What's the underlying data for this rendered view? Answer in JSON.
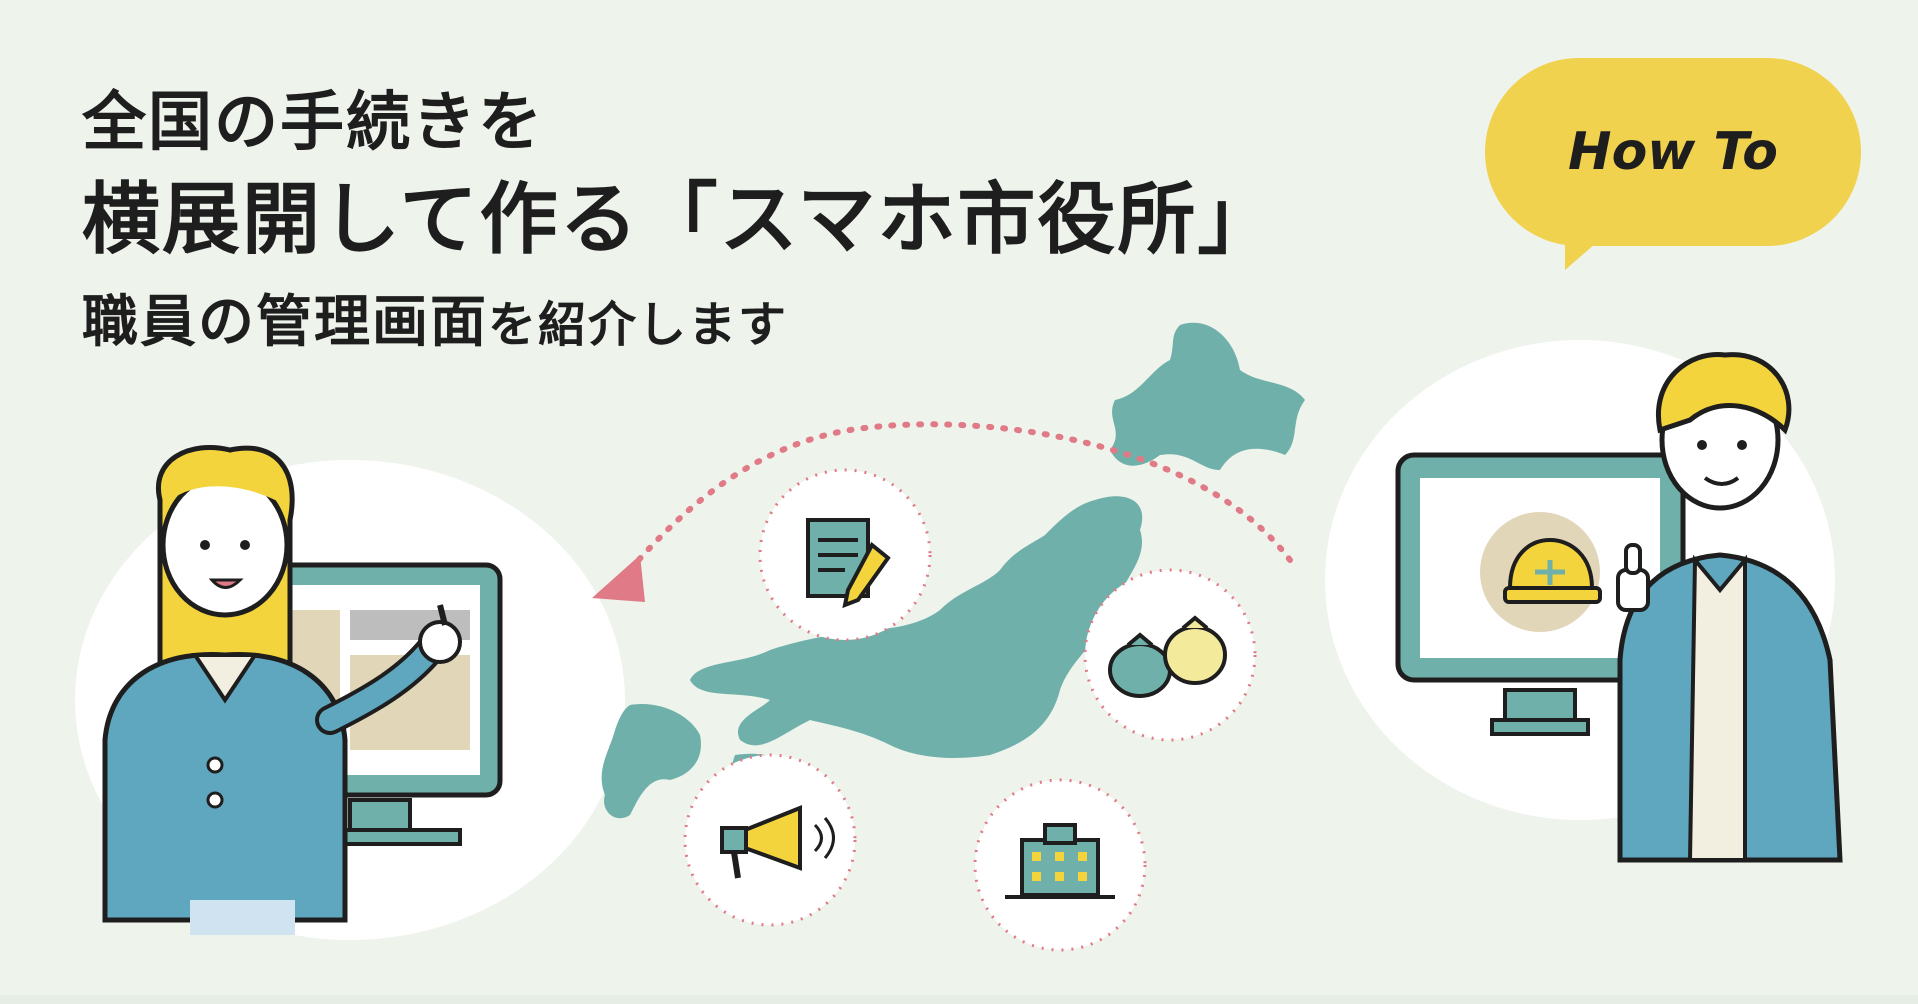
{
  "headline": {
    "line1": "全国の手続きを",
    "line2": "横展開して作る「スマホ市役所」",
    "line3_part1": "職員の管理画面",
    "line3_part2": "を紹介します"
  },
  "badge": {
    "label": "How To"
  },
  "colors": {
    "background": "#eef3ec",
    "map_teal": "#6fb0aa",
    "badge_yellow": "#f0d24f",
    "arrow_pink": "#e07a86",
    "hair_yellow": "#f4d43c",
    "jacket_blue": "#5fa6bf"
  },
  "icons": [
    "document-pen-icon",
    "trash-bags-icon",
    "megaphone-icon",
    "city-hall-icon",
    "helmet-icon"
  ]
}
